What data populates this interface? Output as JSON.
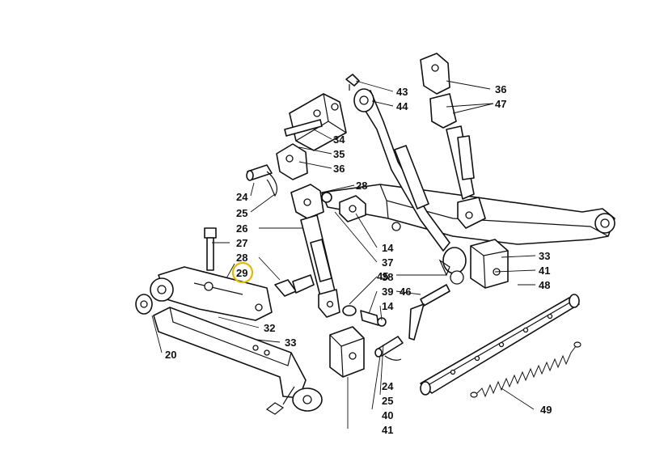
{
  "diagram": {
    "labels": {
      "l43": "43",
      "l44": "44",
      "l36a": "36",
      "l47": "47",
      "l34": "34",
      "l35": "35",
      "l36b": "36",
      "l28a": "28",
      "l24a": "24",
      "l25a": "25",
      "l26": "26",
      "l27": "27",
      "l14a": "14",
      "l33a": "33",
      "l41a": "41",
      "l48": "48",
      "l28b": "28",
      "l29": "29",
      "l37": "37",
      "l45": "45",
      "l38": "38",
      "l39": "39",
      "l46": "46",
      "l14b": "14",
      "l32": "32",
      "l33b": "33",
      "l20": "20",
      "l24b": "24",
      "l25b": "25",
      "l40": "40",
      "l41b": "41",
      "l49": "49"
    },
    "highlighted_label": "29",
    "highlight_color": "#e6b800"
  }
}
